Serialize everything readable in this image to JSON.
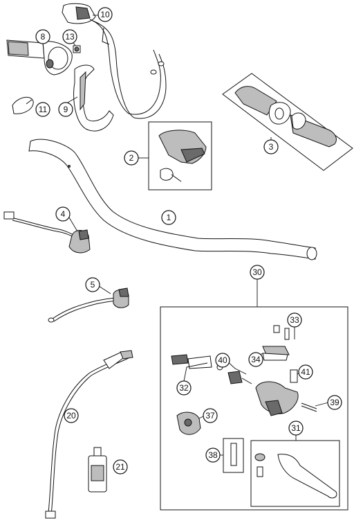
{
  "diagram": {
    "callouts": [
      {
        "id": "1",
        "label": "1"
      },
      {
        "id": "2",
        "label": "2"
      },
      {
        "id": "3",
        "label": "3"
      },
      {
        "id": "4",
        "label": "4"
      },
      {
        "id": "5",
        "label": "5"
      },
      {
        "id": "8",
        "label": "8"
      },
      {
        "id": "9",
        "label": "9"
      },
      {
        "id": "10",
        "label": "10"
      },
      {
        "id": "11",
        "label": "11"
      },
      {
        "id": "13",
        "label": "13"
      },
      {
        "id": "20",
        "label": "20"
      },
      {
        "id": "21",
        "label": "21"
      },
      {
        "id": "30",
        "label": "30"
      },
      {
        "id": "31",
        "label": "31"
      },
      {
        "id": "32",
        "label": "32"
      },
      {
        "id": "33",
        "label": "33"
      },
      {
        "id": "34",
        "label": "34"
      },
      {
        "id": "37",
        "label": "37"
      },
      {
        "id": "38",
        "label": "38"
      },
      {
        "id": "39",
        "label": "39"
      },
      {
        "id": "40",
        "label": "40"
      },
      {
        "id": "41",
        "label": "41"
      }
    ]
  }
}
